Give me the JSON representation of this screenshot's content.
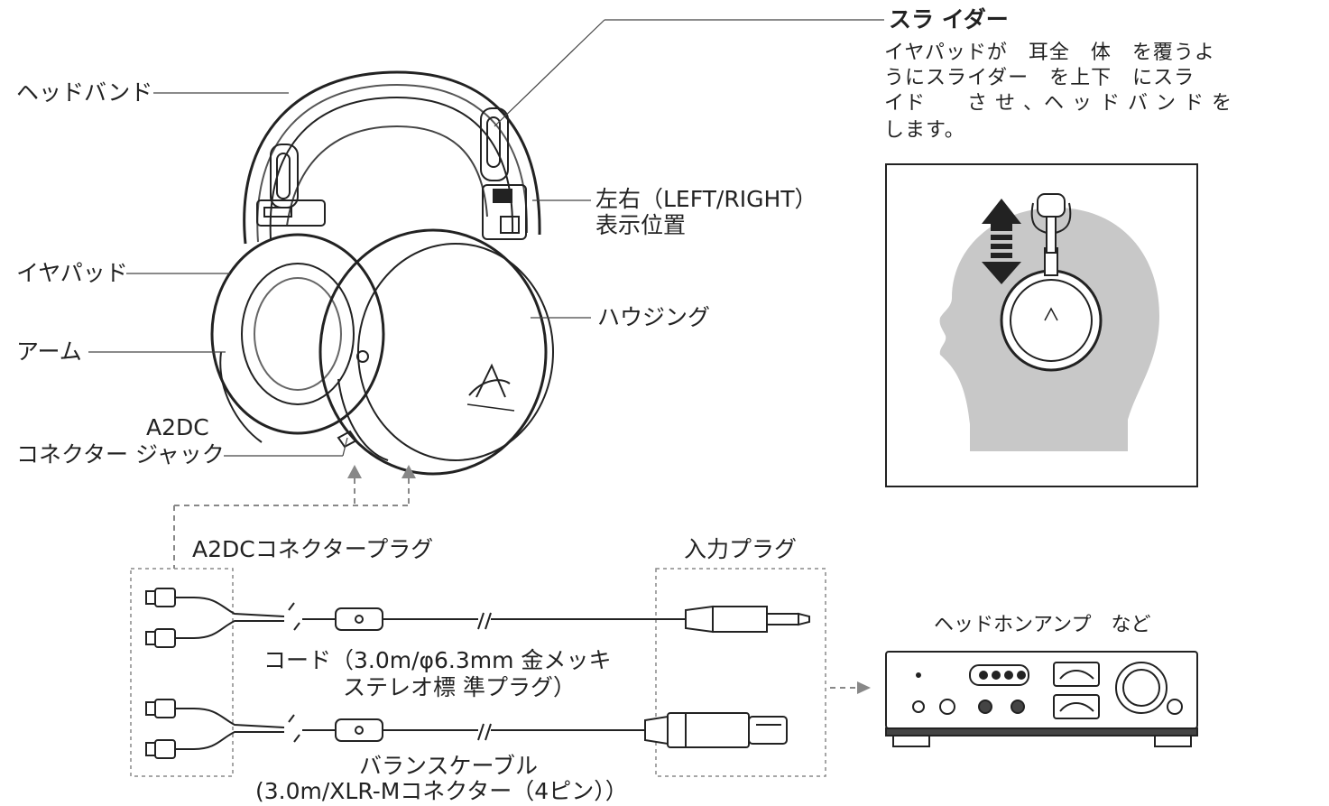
{
  "labels": {
    "headband": "ヘッドバンド",
    "earpad": "イヤパッド",
    "arm": "アーム",
    "a2dc_jack_line1": "A2DC",
    "a2dc_jack_line2": "コネクター ジャック",
    "slider_title": "スラ イダー",
    "slider_desc_1": "イヤパッドが　耳全　体　を覆うよ",
    "slider_desc_2": "うにスライダー　を上下　にスラ",
    "slider_desc_3": "イド　　さ せ 、ヘ ッ ド バ ン ド を",
    "slider_desc_4": "します。",
    "lr_line1": "左右（LEFT/RIGHT）",
    "lr_line2": "表示位置",
    "housing": "ハウジング",
    "a2dc_plug": "A2DCコネクタープラグ",
    "input_plug": "入力プラグ",
    "cord_line1": "コード（3.0m/φ6.3mm 金メッキ",
    "cord_line2": "ステレオ標 準プラグ）",
    "balance_line1": "バランスケーブル",
    "balance_line2": "(3.0m/XLR-Mコネクター（4ピン））",
    "amp": "ヘッドホンアンプ　など"
  },
  "icons": [
    "headphones-illustration",
    "head-silhouette-icon",
    "up-down-arrow-icon",
    "a2dc-plug-icon",
    "phone-plug-icon",
    "xlr-plug-icon",
    "headphone-amp-icon",
    "audio-technica-logo"
  ],
  "colors": {
    "line": "#222222",
    "dashed": "#888888",
    "head": "#c8c8c8"
  }
}
